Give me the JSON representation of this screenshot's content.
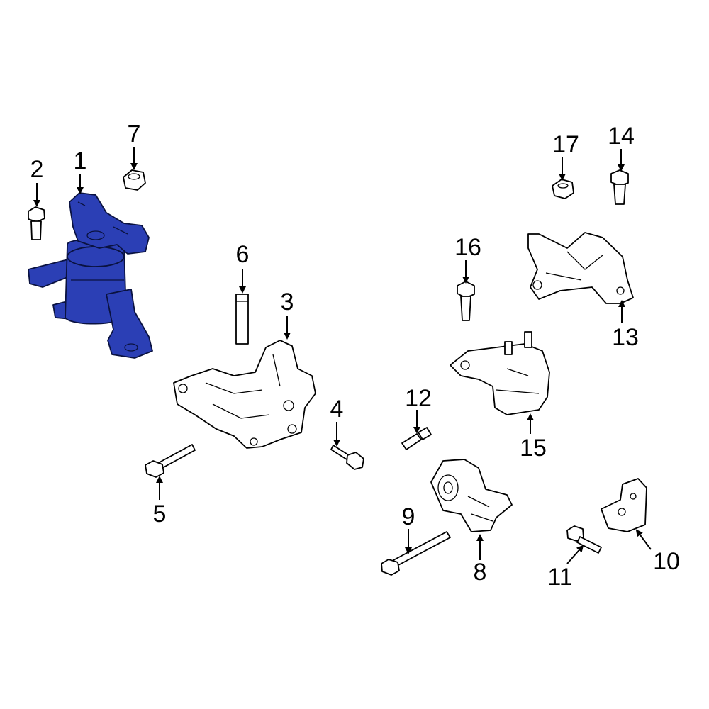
{
  "highlight_color": "#2b3fb5",
  "callouts": [
    {
      "n": "1"
    },
    {
      "n": "2"
    },
    {
      "n": "3"
    },
    {
      "n": "4"
    },
    {
      "n": "5"
    },
    {
      "n": "6"
    },
    {
      "n": "7"
    },
    {
      "n": "8"
    },
    {
      "n": "9"
    },
    {
      "n": "10"
    },
    {
      "n": "11"
    },
    {
      "n": "12"
    },
    {
      "n": "13"
    },
    {
      "n": "14"
    },
    {
      "n": "15"
    },
    {
      "n": "16"
    },
    {
      "n": "17"
    }
  ]
}
